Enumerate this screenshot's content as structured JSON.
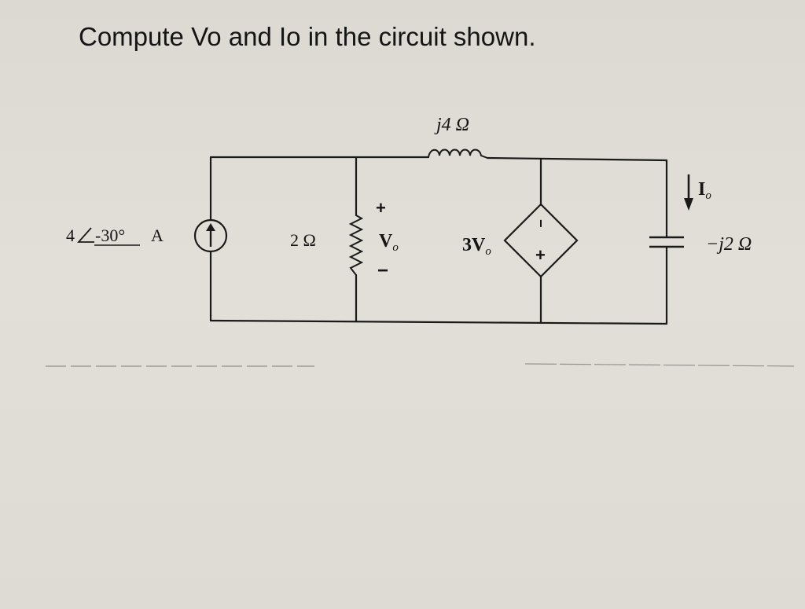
{
  "problem": {
    "title": "Compute Vo and Io in the circuit shown."
  },
  "circuit": {
    "source_label": "4∠-30° A",
    "source_mag": "4",
    "source_angle": "-30°",
    "source_unit": "A",
    "resistor_label": "2 Ω",
    "inductor_label": "j4 Ω",
    "capacitor_label": "−j2 Ω",
    "vo_label": "V",
    "vo_sub": "o",
    "vo_plus": "+",
    "vo_minus": "−",
    "dep_source_label": "3V",
    "dep_source_sub": "o",
    "dep_plus": "+",
    "dep_minus": "−",
    "io_label": "I",
    "io_sub": "o"
  }
}
